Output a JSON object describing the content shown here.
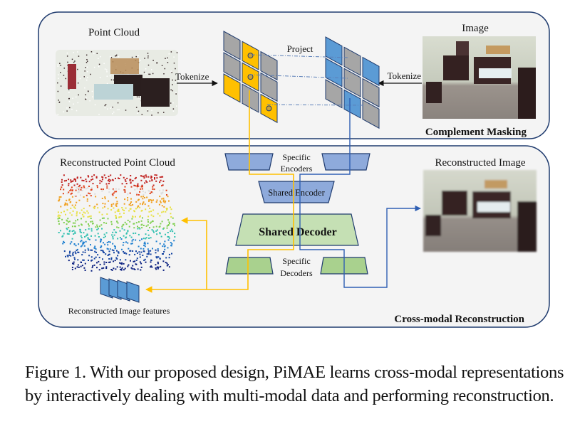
{
  "figure": {
    "panels": {
      "top": {
        "title": "Complement Masking",
        "point_cloud_label": "Point Cloud",
        "image_label": "Image",
        "tokenize_left": "Tokenize",
        "tokenize_right": "Tokenize",
        "project_label": "Project"
      },
      "bottom": {
        "title": "Cross-modal Reconstruction",
        "reconstructed_point_cloud_label": "Reconstructed Point Cloud",
        "reconstructed_image_label": "Reconstructed Image",
        "reconstructed_features_label": "Reconstructed Image features",
        "specific_encoders_line1": "Specific",
        "specific_encoders_line2": "Encoders",
        "shared_encoder": "Shared Encoder",
        "shared_decoder": "Shared Decoder",
        "specific_decoders_line1": "Specific",
        "specific_decoders_line2": "Decoders"
      }
    },
    "colors": {
      "panel_border": "#1f3b6e",
      "panel_fill": "#f4f4f4",
      "point_token": "#ffc000",
      "image_token": "#5b9bd5",
      "masked_token": "#a6a6a6",
      "encoder_fill": "#8eaadb",
      "decoder_fill": "#c5e0b4",
      "specific_decoder_fill": "#a9d18e",
      "point_flow": "#ffc000",
      "image_flow": "#2f5fb3"
    },
    "point_grid_mask": [
      [
        0,
        1,
        0
      ],
      [
        0,
        1,
        0
      ],
      [
        1,
        0,
        1
      ]
    ],
    "image_grid_mask": [
      [
        1,
        0,
        1
      ],
      [
        1,
        0,
        0
      ],
      [
        0,
        1,
        0
      ]
    ]
  },
  "caption": "Figure 1.  With our proposed design, PiMAE learns cross-modal representations by interactively dealing with multi-modal data and performing reconstruction."
}
